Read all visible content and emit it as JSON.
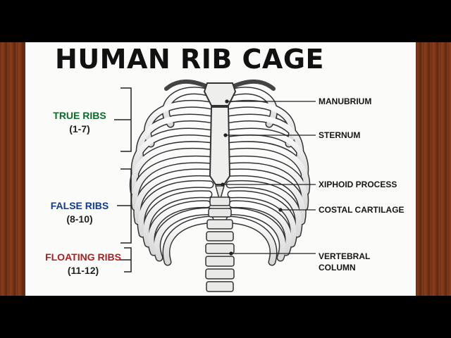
{
  "title": "HUMAN RIB CAGE",
  "groups": {
    "true_ribs": {
      "name": "TRUE RIBS",
      "range": "(1-7)",
      "color": "#0f6a2e"
    },
    "false_ribs": {
      "name": "FALSE RIBS",
      "range": "(8-10)",
      "color": "#123a8c"
    },
    "floating_ribs": {
      "name": "FLOATING RIBS",
      "range": "(11-12)",
      "color": "#b01d1d"
    }
  },
  "labels": {
    "manubrium": "MANUBRIUM",
    "sternum": "STERNUM",
    "xiphoid": "XIPHOID PROCESS",
    "costal": "COSTAL CARTILAGE",
    "vertebral_1": "VERTEBRAL",
    "vertebral_2": "COLUMN"
  }
}
